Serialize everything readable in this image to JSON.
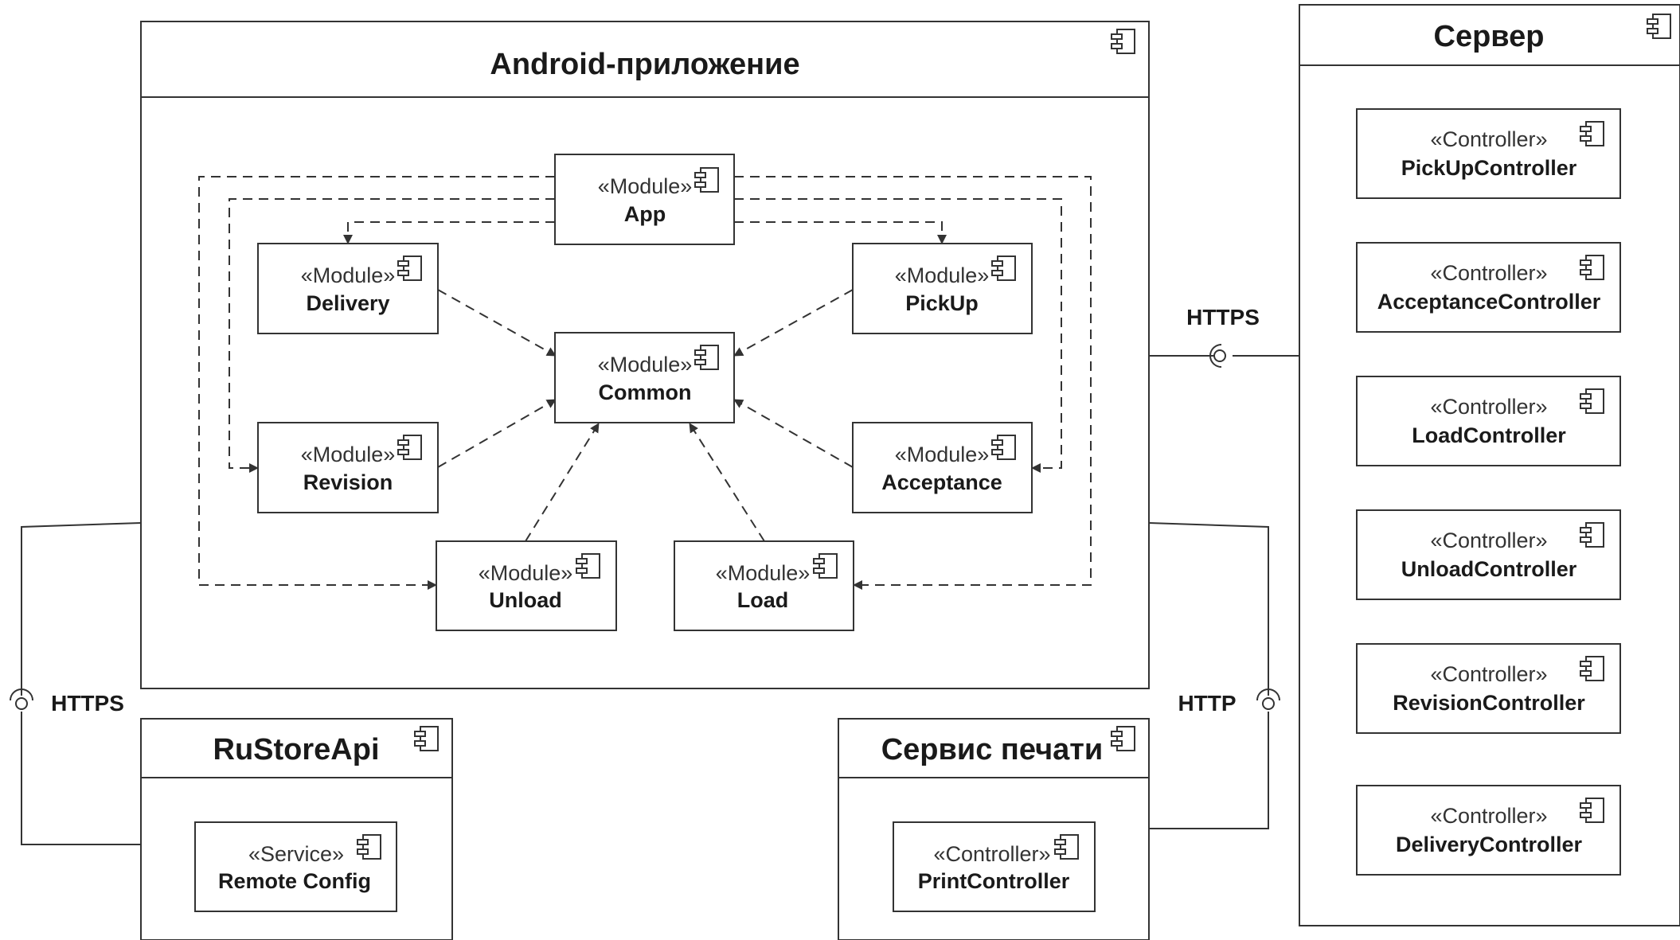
{
  "android": {
    "title": "Android-приложение",
    "modules": {
      "app": {
        "stereotype": "«Module»",
        "name": "App"
      },
      "delivery": {
        "stereotype": "«Module»",
        "name": "Delivery"
      },
      "pickup": {
        "stereotype": "«Module»",
        "name": "PickUp"
      },
      "common": {
        "stereotype": "«Module»",
        "name": "Common"
      },
      "revision": {
        "stereotype": "«Module»",
        "name": "Revision"
      },
      "acceptance": {
        "stereotype": "«Module»",
        "name": "Acceptance"
      },
      "unload": {
        "stereotype": "«Module»",
        "name": "Unload"
      },
      "load": {
        "stereotype": "«Module»",
        "name": "Load"
      }
    }
  },
  "server": {
    "title": "Сервер",
    "controllers": [
      {
        "stereotype": "«Controller»",
        "name": "PickUpController"
      },
      {
        "stereotype": "«Controller»",
        "name": "AcceptanceController"
      },
      {
        "stereotype": "«Controller»",
        "name": "LoadController"
      },
      {
        "stereotype": "«Controller»",
        "name": "UnloadController"
      },
      {
        "stereotype": "«Controller»",
        "name": "RevisionController"
      },
      {
        "stereotype": "«Controller»",
        "name": "DeliveryController"
      }
    ]
  },
  "rustore": {
    "title": "RuStoreApi",
    "service": {
      "stereotype": "«Service»",
      "name": "Remote Config"
    }
  },
  "print_service": {
    "title": "Сервис печати",
    "controller": {
      "stereotype": "«Controller»",
      "name": "PrintController"
    }
  },
  "connections": {
    "server_protocol": "HTTPS",
    "rustore_protocol": "HTTPS",
    "print_protocol": "HTTP"
  },
  "icons": {
    "component": "uml-component-icon",
    "interface": "interface-socket-icon"
  },
  "colors": {
    "line": "#333333",
    "background": "#ffffff"
  }
}
